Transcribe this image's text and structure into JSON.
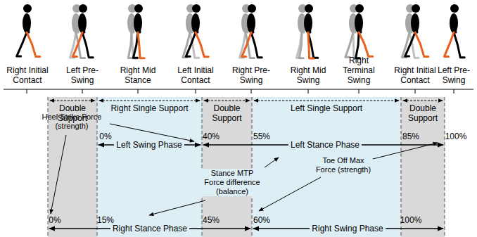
{
  "diagram": {
    "nodes": [
      {
        "text": [
          "Double Support"
        ]
      },
      {
        "text": [
          "Right Single Support"
        ]
      },
      {
        "text": [
          "Double Support"
        ]
      },
      {
        "text": [
          "Left Single Support"
        ]
      },
      {
        "text": [
          "Double Support"
        ]
      }
    ],
    "labels": [
      "Right Initial Contact",
      "Left Pre-Swing",
      "Right Mid Stance",
      "Left Initial Contact",
      "Right Pre-Swing",
      "Right Mid Swing",
      "Right Terminal Swing",
      "Right Initial Contact",
      "Left Pre-Swing",
      "Heel Strike Force (strength)",
      "0%",
      "40%",
      "55%",
      "85%",
      "100%",
      "Left Swing Phase",
      "Left Stance Phase",
      "Stance MTP Force difference (balance)",
      "Toe Off Max Force (strength)",
      "0%",
      "15%",
      "45%",
      "60%",
      "100%",
      "Right Stance Phase",
      "Right Swing Phase"
    ]
  }
}
